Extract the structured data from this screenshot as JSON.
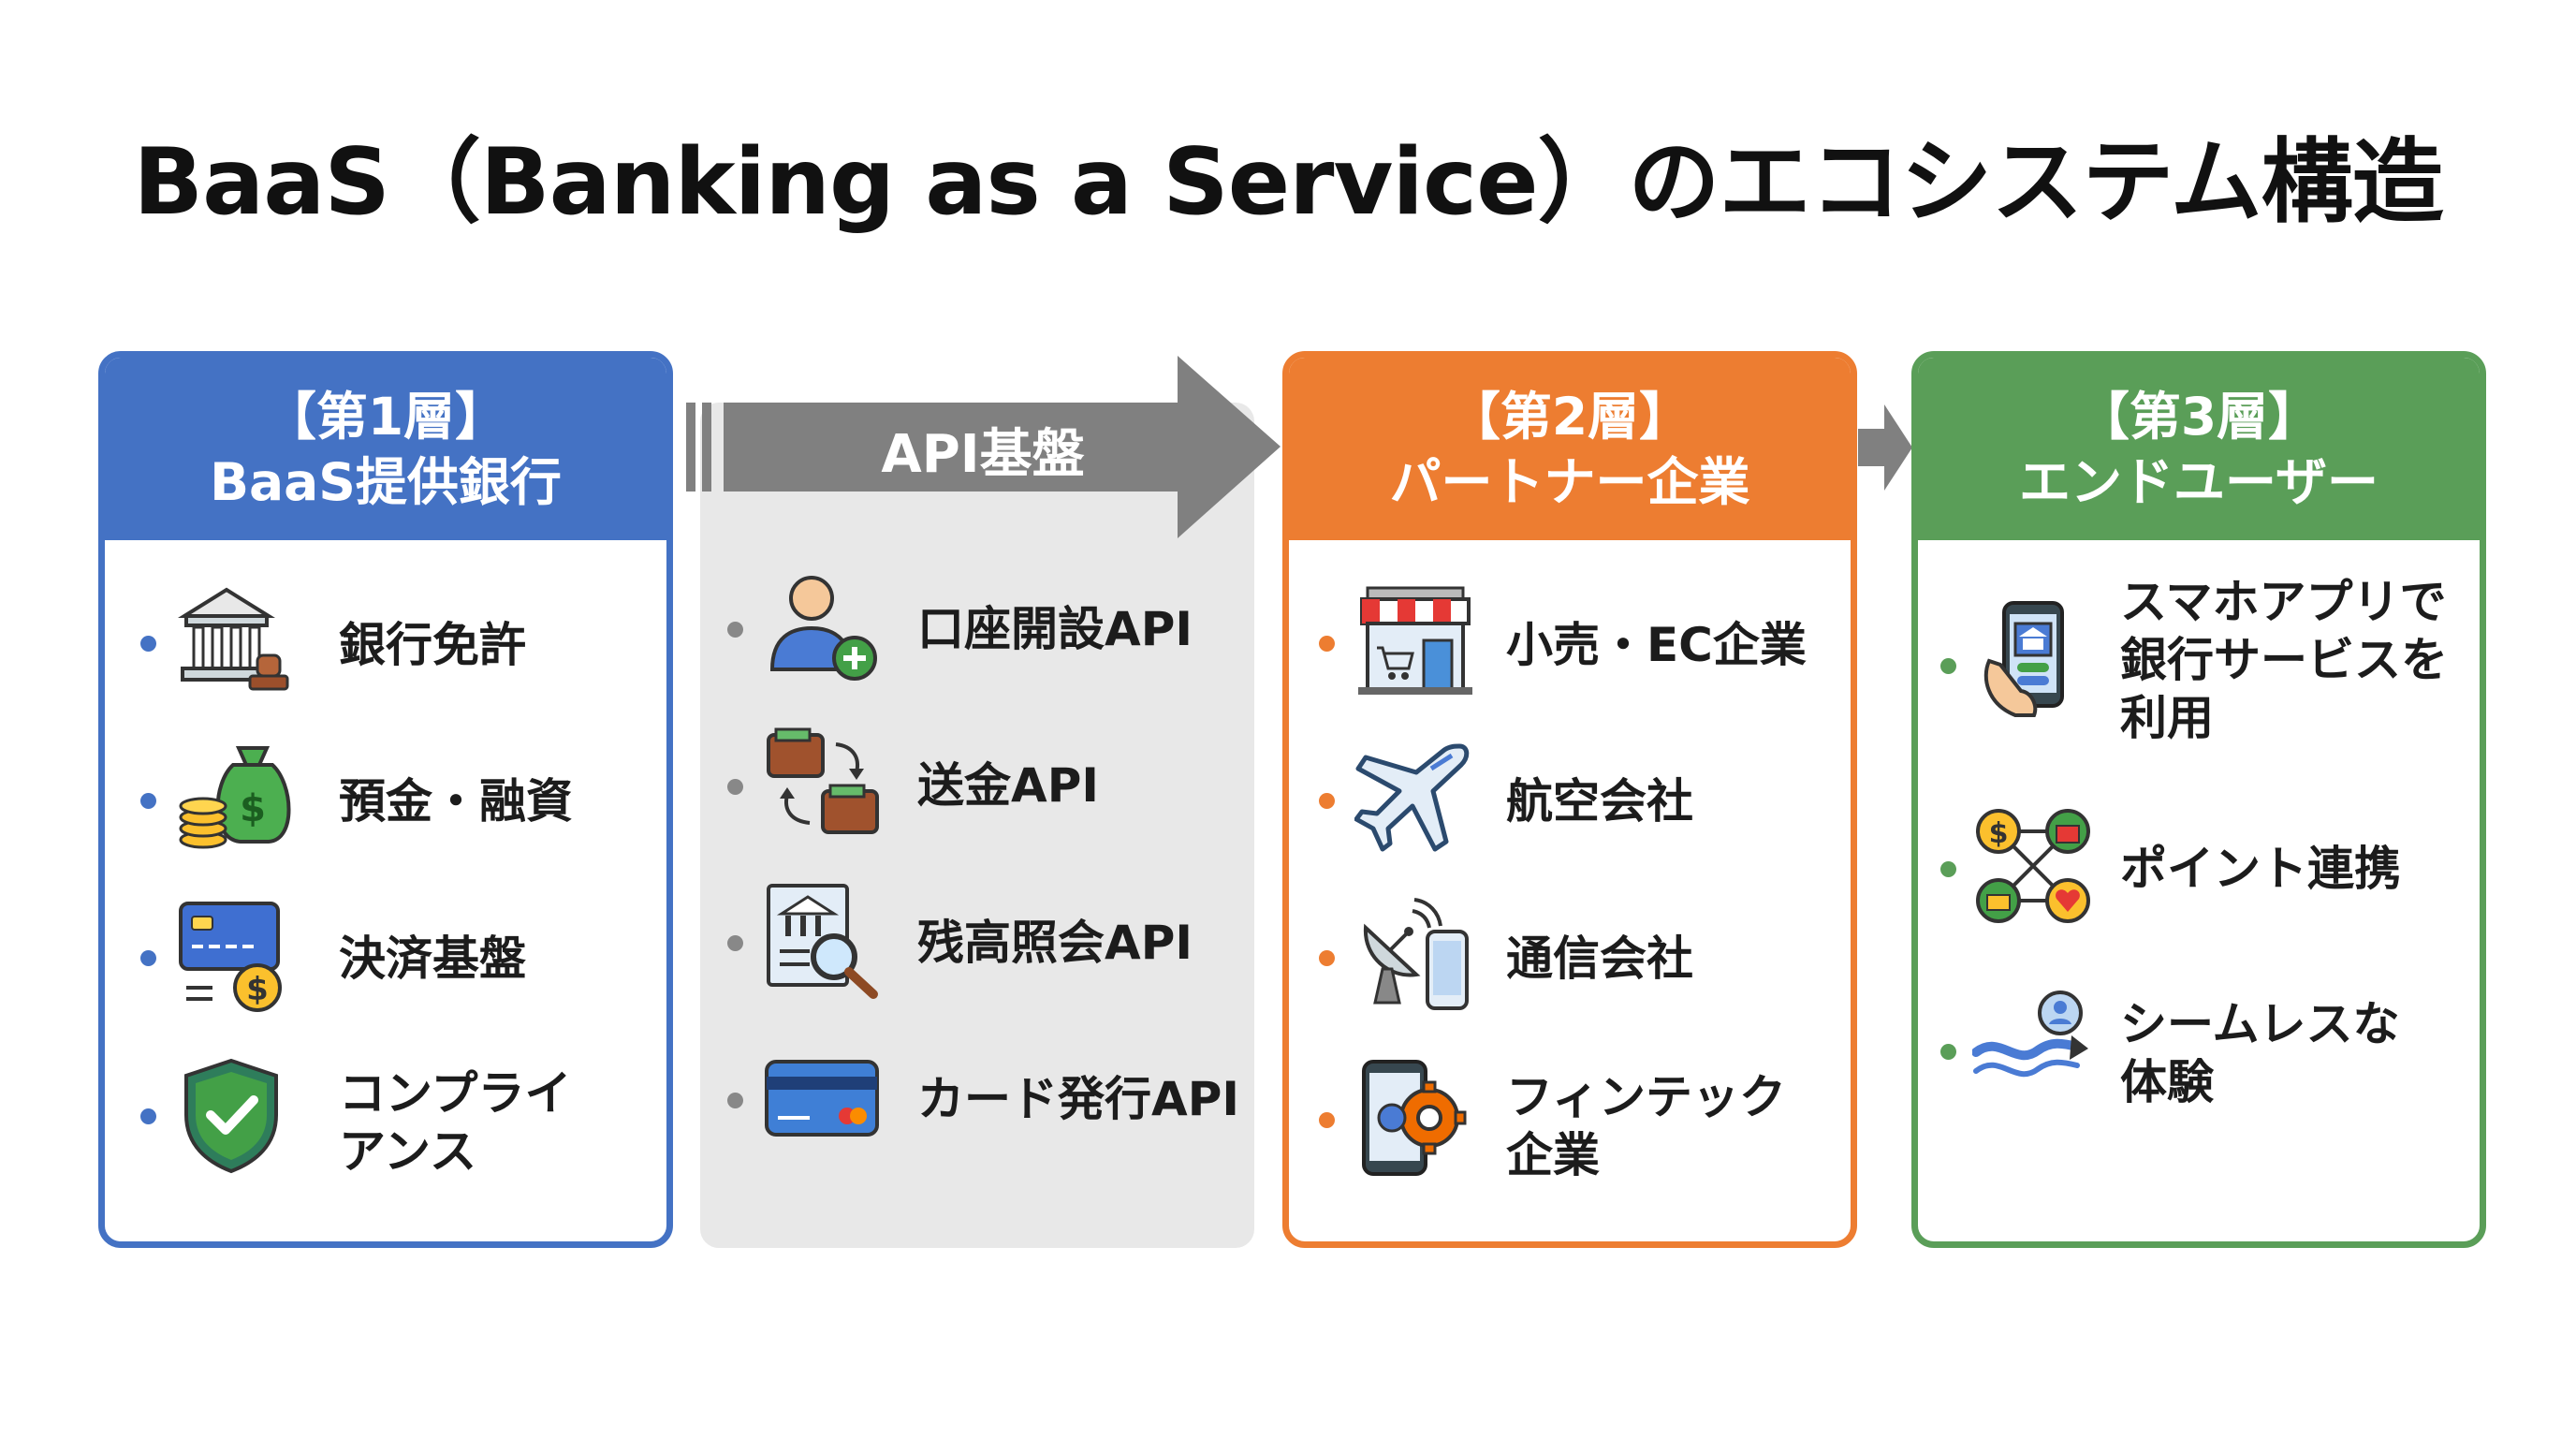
{
  "title": "BaaS（Banking as a Service）のエコシステム構造",
  "colors": {
    "blue": "#4472c4",
    "orange": "#ed7d31",
    "green": "#5a9e58",
    "gray": "#808080"
  },
  "layer1": {
    "heading_line1": "【第1層】",
    "heading_line2": "BaaS提供銀行",
    "items": [
      {
        "icon": "bank-icon",
        "label": "銀行免許"
      },
      {
        "icon": "money-bag-icon",
        "label": "預金・融資"
      },
      {
        "icon": "credit-card-icon",
        "label": "決済基盤"
      },
      {
        "icon": "shield-check-icon",
        "label_line1": "コンプライ",
        "label_line2": "アンス"
      }
    ]
  },
  "api": {
    "heading": "API基盤",
    "items": [
      {
        "icon": "user-add-icon",
        "label": "口座開設API"
      },
      {
        "icon": "wallet-transfer-icon",
        "label": "送金API"
      },
      {
        "icon": "bank-search-icon",
        "label": "残高照会API"
      },
      {
        "icon": "card-icon",
        "label": "カード発行API"
      }
    ]
  },
  "layer2": {
    "heading_line1": "【第2層】",
    "heading_line2": "パートナー企業",
    "items": [
      {
        "icon": "store-icon",
        "label": "小売・EC企業"
      },
      {
        "icon": "airplane-icon",
        "label": "航空会社"
      },
      {
        "icon": "satellite-phone-icon",
        "label": "通信会社"
      },
      {
        "icon": "phone-gear-icon",
        "label_line1": "フィンテック",
        "label_line2": "企業"
      }
    ]
  },
  "layer3": {
    "heading_line1": "【第3層】",
    "heading_line2": "エンドユーザー",
    "items": [
      {
        "icon": "smartphone-hand-icon",
        "label_line1": "スマホアプリで",
        "label_line2": "銀行サービスを",
        "label_line3": "利用"
      },
      {
        "icon": "point-network-icon",
        "label": "ポイント連携"
      },
      {
        "icon": "seamless-user-icon",
        "label_line1": "シームレスな",
        "label_line2": "体験"
      }
    ]
  }
}
